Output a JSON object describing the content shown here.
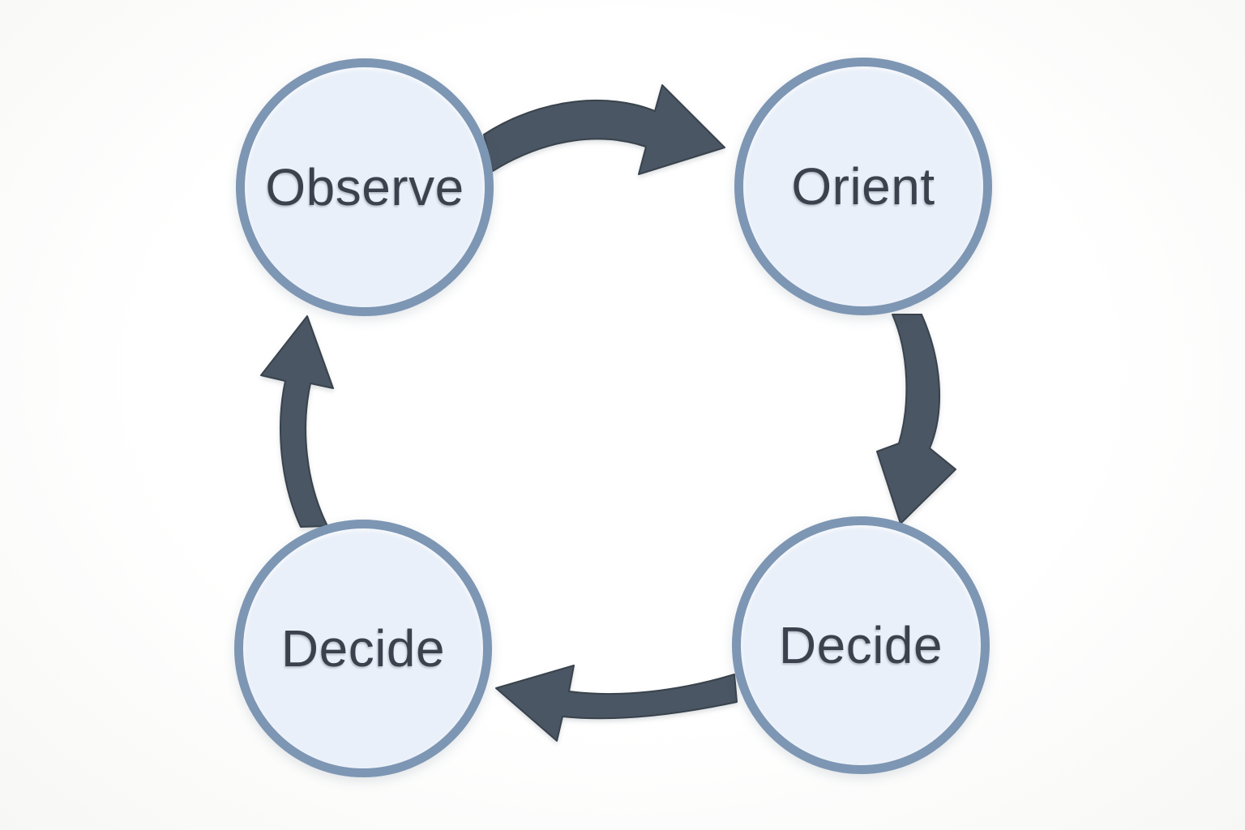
{
  "diagram": {
    "type": "cycle",
    "nodes": [
      {
        "id": "observe",
        "label": "Observe",
        "position": "top-left"
      },
      {
        "id": "orient",
        "label": "Orient",
        "position": "top-right"
      },
      {
        "id": "decide-right",
        "label": "Decide",
        "position": "bottom-right"
      },
      {
        "id": "decide-left",
        "label": "Decide",
        "position": "bottom-left"
      }
    ],
    "edges": [
      {
        "from": "Observe",
        "to": "Orient",
        "direction": "right"
      },
      {
        "from": "Orient",
        "to": "Decide",
        "direction": "down"
      },
      {
        "from": "Decide",
        "to": "Decide",
        "direction": "left"
      },
      {
        "from": "Decide",
        "to": "Observe",
        "direction": "up"
      }
    ],
    "flow": "clockwise"
  },
  "colors": {
    "background": "#fdfdfc",
    "circle_fill": "#eaf0f9",
    "circle_border": "#7d96b3",
    "arrow": "#4a5663",
    "arrow_outline": "#39434d",
    "label_text": "#3b424e"
  }
}
